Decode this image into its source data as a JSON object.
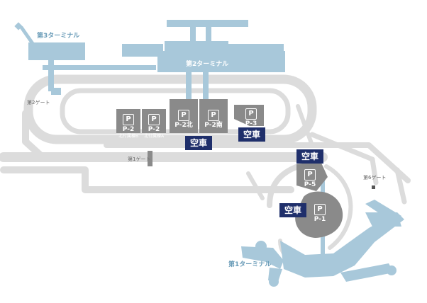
{
  "colors": {
    "terminal": "#a8c8da",
    "road": "#dcdcdc",
    "parking": "#8a8a8a",
    "vacancy": "#1f2f6b",
    "label": "#6a9cb8"
  },
  "terminals": {
    "t1": "第1ターミナル",
    "t2": "第2ターミナル",
    "t3": "第3ターミナル"
  },
  "gates": {
    "g1": "第1ゲート",
    "g2": "第2ゲート",
    "g6": "第6ゲート"
  },
  "parking_lots": [
    {
      "badge": "P",
      "name": "P-2",
      "sub": "北付属棟B"
    },
    {
      "badge": "P",
      "name": "P-2",
      "sub": "北付属棟A"
    },
    {
      "badge": "P",
      "name": "P-2北",
      "sub": ""
    },
    {
      "badge": "P",
      "name": "P-2南",
      "sub": ""
    },
    {
      "badge": "P",
      "name": "P-3",
      "sub": ""
    },
    {
      "badge": "P",
      "name": "P-5",
      "sub": ""
    },
    {
      "badge": "P",
      "name": "P-1",
      "sub": ""
    }
  ],
  "vacancy_labels": [
    "空車",
    "空車",
    "空車",
    "空車"
  ]
}
